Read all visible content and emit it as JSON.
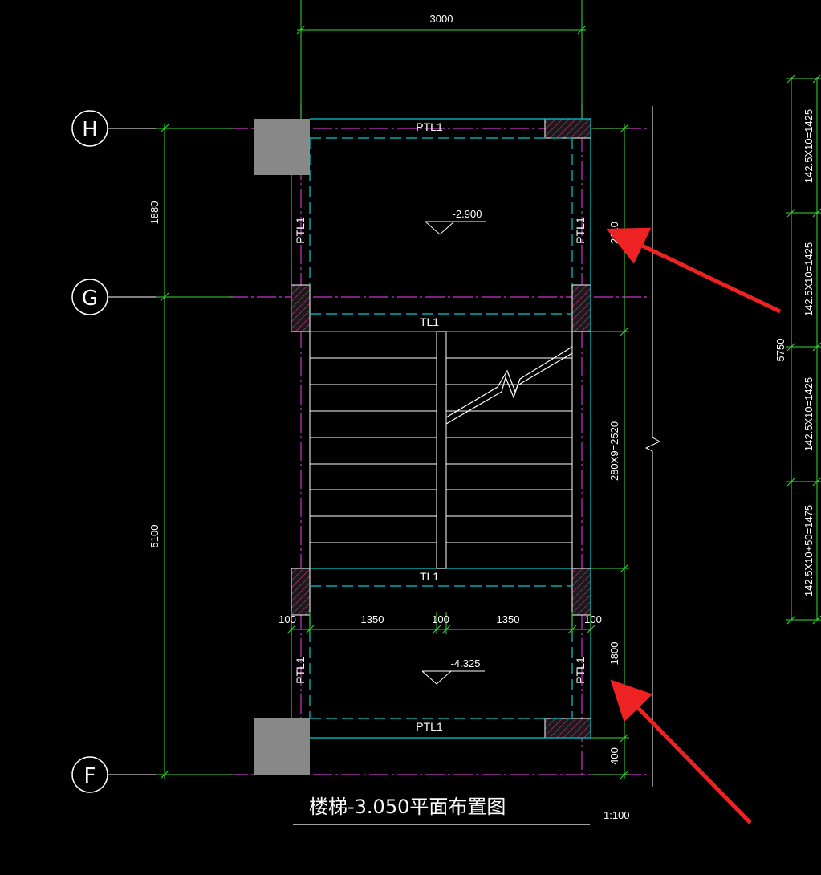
{
  "colors": {
    "background": "#000000",
    "dimension": "#33dd33",
    "wall": "#00cccc",
    "axis": "#cc33cc",
    "line": "#ffffff",
    "column_fill": "#888888",
    "hatch": "#cc3388",
    "arrow": "#ee2222"
  },
  "axes": [
    {
      "id": "H",
      "label": "H"
    },
    {
      "id": "G",
      "label": "G"
    },
    {
      "id": "F",
      "label": "F"
    }
  ],
  "dimensions": {
    "top_width": "3000",
    "left_upper": "1880",
    "left_lower": "5100",
    "right_upper": "2110",
    "right_stair": "280X9=2520",
    "right_landing": "1800",
    "right_bottom": "400",
    "far_right_total": "5750",
    "far_right_1": "142.5X10=1425",
    "far_right_2": "142.5X10=1425",
    "far_right_3": "142.5X10=1425",
    "far_right_4": "142.5X10+50=1475",
    "bottom_a": "100",
    "bottom_b": "1350",
    "bottom_c": "100",
    "bottom_d": "1350",
    "bottom_e": "100"
  },
  "beams": {
    "top": "PTL1",
    "upper_left": "PTL1",
    "upper_right": "PTL1",
    "tl_upper": "TL1",
    "tl_lower": "TL1",
    "lower_left": "PTL1",
    "lower_right": "PTL1",
    "bottom": "PTL1"
  },
  "elevations": {
    "upper": "-2.900",
    "lower": "-4.325"
  },
  "title": "楼梯-3.050平面布置图",
  "scale": "1:100"
}
